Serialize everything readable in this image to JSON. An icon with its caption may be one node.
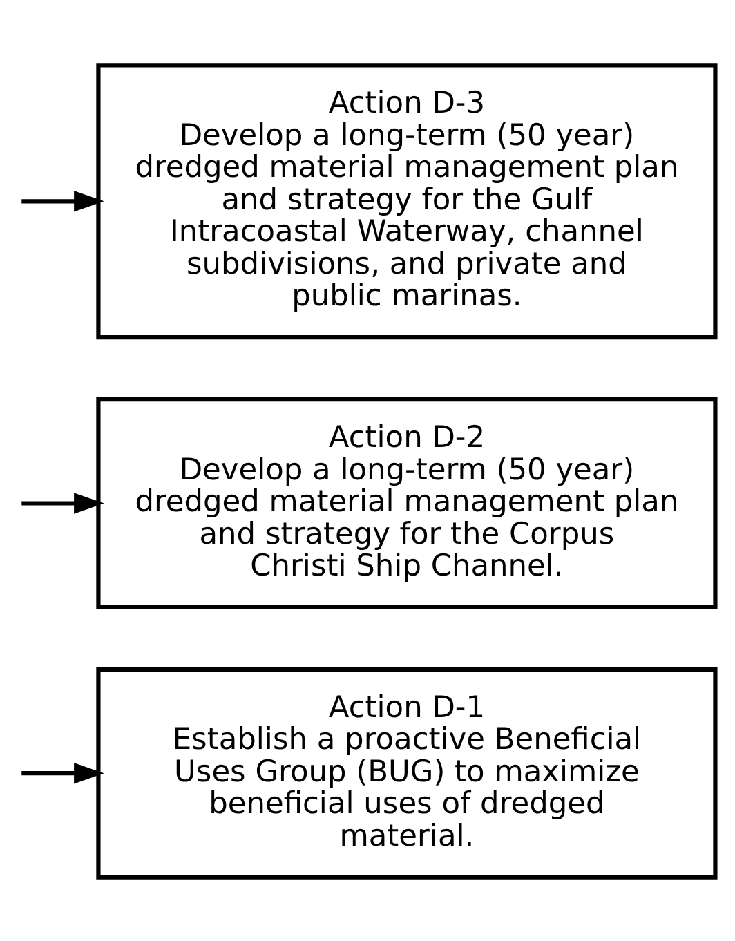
{
  "diagram": {
    "nodes": [
      {
        "text": [
          "Action D-1",
          "Establish a proactive Beneficial Uses Group (BUG) to maximize beneficial uses of dredged material."
        ]
      },
      {
        "text": [
          "Action D-2",
          "Develop a long-term (50 year) dredged material management plan and strategy for the Corpus Christi Ship Channel."
        ]
      },
      {
        "text": [
          "Action D-3",
          "Develop a long-term (50 year) dredged material management plan and strategy for the Gulf Intracoastal Waterway, channel subdivisions, and private and public marinas."
        ]
      }
    ],
    "edges": [
      {
        "from": null,
        "to": 0,
        "arrow": "to"
      },
      {
        "from": null,
        "to": 1,
        "arrow": "to"
      },
      {
        "from": null,
        "to": 2,
        "arrow": "to"
      }
    ]
  }
}
